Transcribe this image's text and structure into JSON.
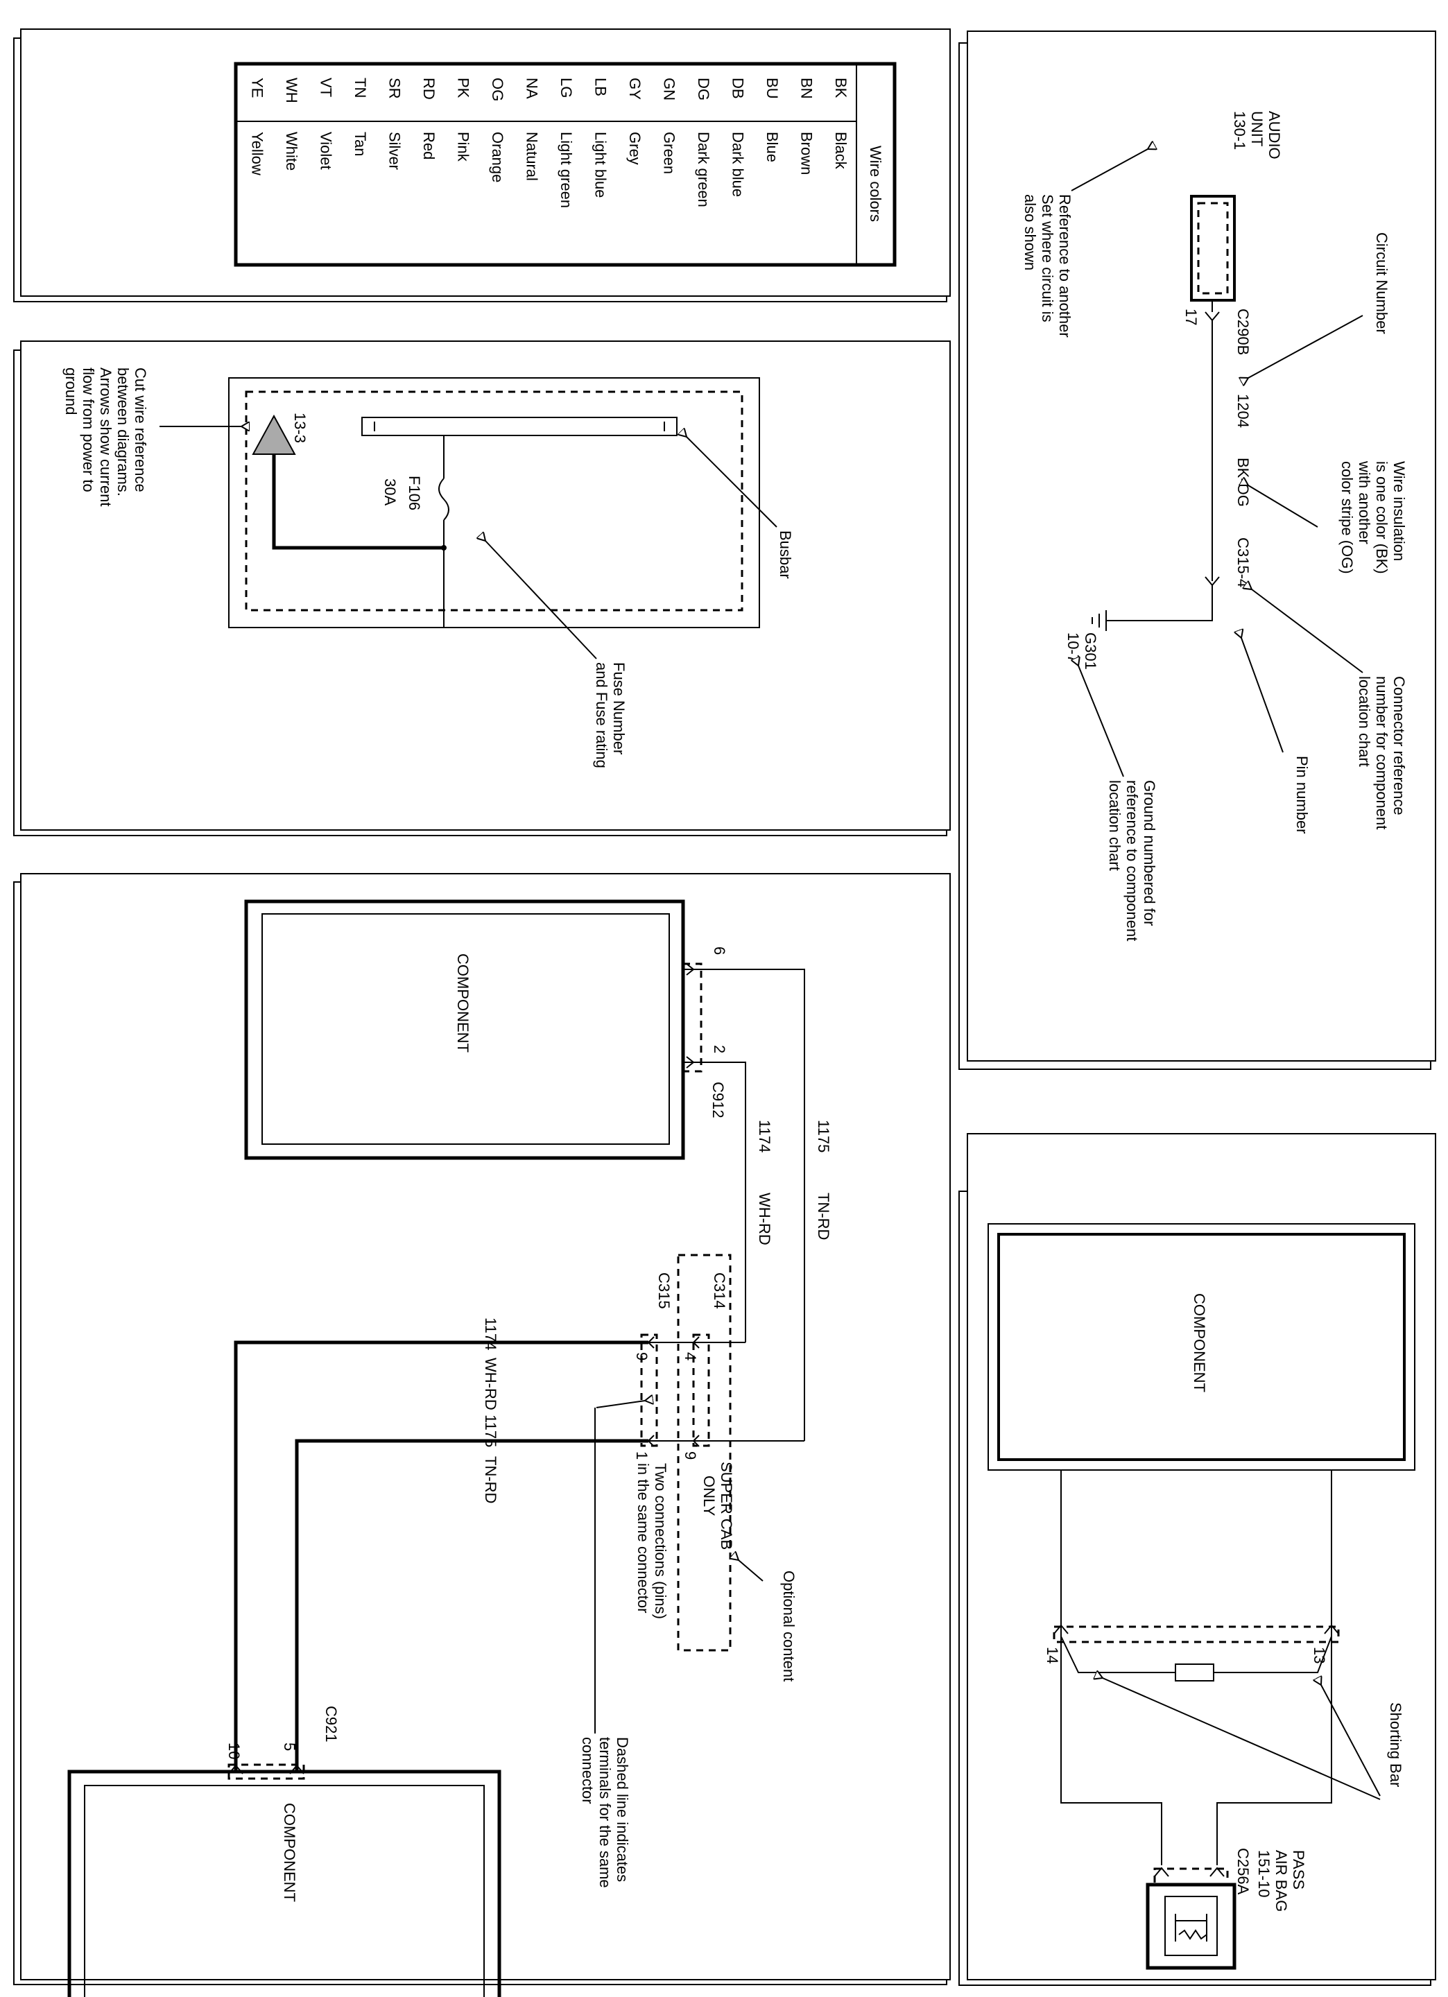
{
  "wire_colors": {
    "title": "Wire colors",
    "rows": [
      {
        "code": "BK",
        "name": "Black"
      },
      {
        "code": "BN",
        "name": "Brown"
      },
      {
        "code": "BU",
        "name": "Blue"
      },
      {
        "code": "DB",
        "name": "Dark blue"
      },
      {
        "code": "DG",
        "name": "Dark green"
      },
      {
        "code": "GN",
        "name": "Green"
      },
      {
        "code": "GY",
        "name": "Grey"
      },
      {
        "code": "LB",
        "name": "Light blue"
      },
      {
        "code": "LG",
        "name": "Light green"
      },
      {
        "code": "NA",
        "name": "Natural"
      },
      {
        "code": "OG",
        "name": "Orange"
      },
      {
        "code": "PK",
        "name": "Pink"
      },
      {
        "code": "RD",
        "name": "Red"
      },
      {
        "code": "SR",
        "name": "Silver"
      },
      {
        "code": "TN",
        "name": "Tan"
      },
      {
        "code": "VT",
        "name": "Violet"
      },
      {
        "code": "WH",
        "name": "White"
      },
      {
        "code": "YE",
        "name": "Yellow"
      }
    ]
  },
  "fuse_panel": {
    "cut_ref": "13-3",
    "fuse_number": "F106",
    "fuse_rating": "30A",
    "busbar": "Busbar",
    "cut_note_1": "Cut wire reference",
    "cut_note_2": "between diagrams.",
    "cut_note_3": "Arrows show current",
    "cut_note_4": "flow from power to",
    "cut_note_5": "ground",
    "fuse_note_1": "Fuse Number",
    "fuse_note_2": "and Fuse rating"
  },
  "circuit_panel": {
    "unit_name_1": "AUDIO",
    "unit_name_2": "UNIT",
    "unit_ref": "130-1",
    "connector_top": "C290B",
    "pin_top": "17",
    "circuit_number": "1204",
    "wire_color": "BK-OG",
    "connector_bottom": "C315-4",
    "ground": "G301",
    "ground_ref": "10-7",
    "ref_note_1": "Reference to another",
    "ref_note_2": "Set where circuit is",
    "ref_note_3": "also shown",
    "circuit_number_note": "Circuit Number",
    "insulation_1": "Wire insulation",
    "insulation_2": "is one color (BK)",
    "insulation_3": "with another",
    "insulation_4": "color stripe (OG)",
    "connector_note_1": "Connector reference",
    "connector_note_2": "number for component",
    "connector_note_3": "location chart",
    "pin_note": "Pin number",
    "ground_note_1": "Ground numbered for",
    "ground_note_2": "reference to component",
    "ground_note_3": "location chart"
  },
  "component_panel": {
    "component_label": "COMPONENT",
    "c912": "C912",
    "c912_pin_a": "6",
    "c912_pin_b": "2",
    "w1175_number": "1175",
    "w1175_color": "TN-RD",
    "w1174_number": "1174",
    "w1174_color": "WH-RD",
    "c314": "C314",
    "c314_pin_a": "4",
    "c314_pin_b": "9",
    "c315": "C315",
    "c315_pin_a": "9",
    "c315_pin_b": "1",
    "super_cab_1": "SUPER CAB",
    "super_cab_2": "ONLY",
    "optional": "Optional content",
    "two_conn_1": "Two connections (pins)",
    "two_conn_2": "in the same connector",
    "dashed_1": "Dashed line indicates",
    "dashed_2": "terminals for the same",
    "dashed_3": "connector",
    "dashed_4": "",
    "c921": "C921",
    "c921_pin_a": "10",
    "c921_pin_b": "5"
  },
  "shorting_panel": {
    "component_label": "COMPONENT",
    "pin_left": "14",
    "pin_right": "13",
    "shorting_bar": "Shorting Bar",
    "connector": "C256A",
    "device_1": "PASS",
    "device_2": "AIR BAG",
    "device_ref": "151-10"
  }
}
